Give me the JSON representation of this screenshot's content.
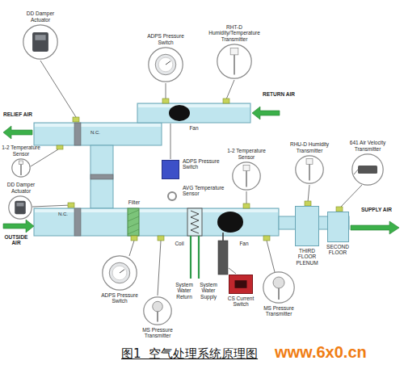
{
  "diagram": {
    "caption": "图1  空气处理系统原理图",
    "nodes": [
      {
        "text": [
          "DD Damper Actuator"
        ]
      },
      {
        "text": [
          "ADPS Pressure Switch"
        ]
      },
      {
        "text": [
          "RHT-D Humidity/Temperature Transmitter"
        ]
      },
      {
        "text": [
          "1-2 Temperature Sensor"
        ]
      },
      {
        "text": [
          "ADPS Pressure Switch"
        ]
      },
      {
        "text": [
          "1-2 Temperature Sensor"
        ]
      },
      {
        "text": [
          "RHU-D Humidity Transmitter"
        ]
      },
      {
        "text": [
          "641 Air Velocity Transmitter"
        ]
      },
      {
        "text": [
          "DD Damper Actuator"
        ]
      },
      {
        "text": [
          "THIRD FLOOR PLENUM"
        ]
      },
      {
        "text": [
          "SECOND FLOOR"
        ]
      },
      {
        "text": [
          "ADPS Pressure Switch"
        ]
      },
      {
        "text": [
          "MS Pressure Transmitter"
        ]
      },
      {
        "text": [
          "CS Current Switch"
        ]
      },
      {
        "text": [
          "MS Pressure Transmitter"
        ]
      }
    ],
    "labels": [
      "RELIEF AIR",
      "N.C.",
      "RETURN AIR",
      "Fan",
      "AVG Temperature Sensor",
      "OUTSIDE AIR",
      "N.C.",
      "Filter",
      "Coil",
      "Fan",
      "SUPPLY AIR",
      "System Water Return",
      "System Water Supply",
      "www.6x0.cn"
    ]
  }
}
